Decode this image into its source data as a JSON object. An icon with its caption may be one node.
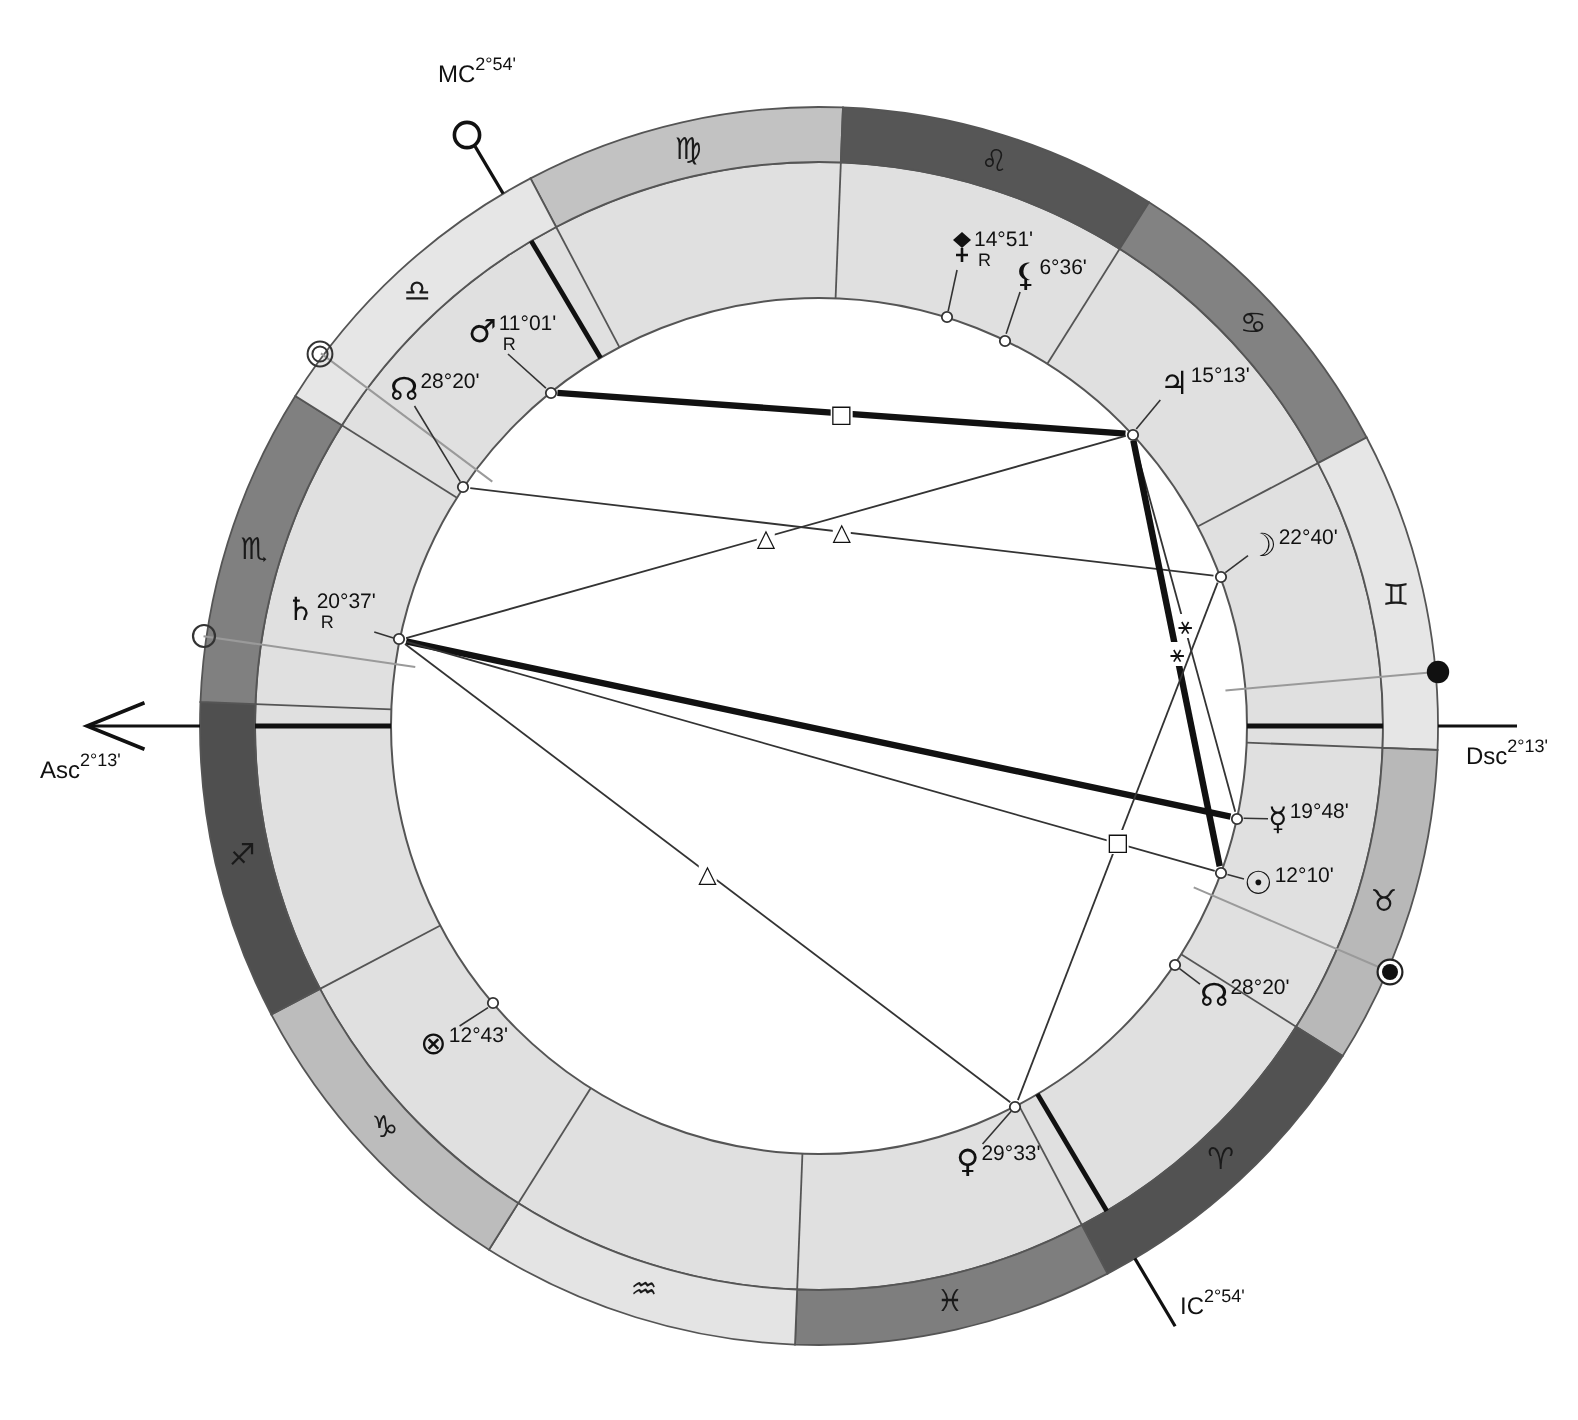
{
  "diagram": {
    "nodes": [
      {
        "text": [
          "♍"
        ]
      },
      {
        "text": [
          "♌"
        ]
      },
      {
        "text": [
          "♋"
        ]
      },
      {
        "text": [
          "♊"
        ]
      },
      {
        "text": [
          "♉"
        ]
      },
      {
        "text": [
          "♈"
        ]
      },
      {
        "text": [
          "♓"
        ]
      },
      {
        "text": [
          "♒"
        ]
      },
      {
        "text": [
          "♑"
        ]
      },
      {
        "text": [
          "♐"
        ]
      },
      {
        "text": [
          "♏"
        ]
      },
      {
        "text": [
          "♎"
        ]
      },
      {
        "text": [
          "♂",
          "11°01'",
          "R"
        ]
      },
      {
        "text": [],
        "shape": "circle"
      },
      {
        "text": [
          "14°51'",
          "R"
        ]
      },
      {
        "text": [],
        "shape": "circle"
      },
      {
        "text": [
          "⚸",
          "6°36'"
        ]
      },
      {
        "text": [],
        "shape": "circle"
      },
      {
        "text": [
          "♃",
          "15°13'"
        ]
      },
      {
        "text": [],
        "shape": "circle"
      },
      {
        "text": [
          "☽",
          "22°40'"
        ]
      },
      {
        "text": [],
        "shape": "circle"
      },
      {
        "text": [
          "☿",
          "19°48'"
        ]
      },
      {
        "text": [],
        "shape": "circle"
      },
      {
        "text": [
          "☉",
          "12°10'"
        ]
      },
      {
        "text": [],
        "shape": "circle"
      },
      {
        "text": [
          "☊",
          "28°20'"
        ]
      },
      {
        "text": [],
        "shape": "circle"
      },
      {
        "text": [
          "♀",
          "29°33'"
        ]
      },
      {
        "text": [],
        "shape": "circle"
      },
      {
        "text": [
          "⊗",
          "12°43'"
        ]
      },
      {
        "text": [],
        "shape": "circle"
      },
      {
        "text": [
          "♄",
          "20°37'",
          "R"
        ]
      },
      {
        "text": [],
        "shape": "circle"
      },
      {
        "text": [
          "☊",
          "28°20'"
        ]
      },
      {
        "text": [],
        "shape": "circle"
      }
    ],
    "edges": [
      {
        "from": 12,
        "to": 13,
        "arrow": "none"
      },
      {
        "from": 14,
        "to": 15,
        "arrow": "none"
      },
      {
        "from": 16,
        "to": 17,
        "arrow": "none"
      },
      {
        "from": 18,
        "to": 19,
        "arrow": "none"
      },
      {
        "from": 20,
        "to": 21,
        "arrow": "none"
      },
      {
        "from": 22,
        "to": 23,
        "arrow": "none"
      },
      {
        "from": 24,
        "to": 25,
        "arrow": "none"
      },
      {
        "from": 26,
        "to": 27,
        "arrow": "none"
      },
      {
        "from": 28,
        "to": 29,
        "arrow": "none"
      },
      {
        "from": 30,
        "to": 31,
        "arrow": "none"
      },
      {
        "from": 32,
        "to": 33,
        "arrow": "none"
      },
      {
        "from": 34,
        "to": 35,
        "arrow": "none"
      },
      {
        "from": 13,
        "to": 19,
        "arrow": "none",
        "label": "□",
        "style": "thick"
      },
      {
        "from": 35,
        "to": 21,
        "arrow": "none",
        "label": "△"
      },
      {
        "from": 33,
        "to": 19,
        "arrow": "none",
        "label": "△"
      },
      {
        "from": 19,
        "to": 23,
        "arrow": "none",
        "label": "⚹"
      },
      {
        "from": 19,
        "to": 25,
        "arrow": "none",
        "label": "⚹",
        "style": "thick"
      },
      {
        "from": 33,
        "to": 23,
        "arrow": "none",
        "style": "thick"
      },
      {
        "from": 33,
        "to": 25,
        "arrow": "none"
      },
      {
        "from": 33,
        "to": 29,
        "arrow": "none",
        "label": "△"
      },
      {
        "from": 29,
        "to": 21,
        "arrow": "none",
        "label": "□"
      }
    ],
    "labels": [
      "MC$^{2°54'}$",
      "Asc$^{2°13'}$",
      "Dsc$^{2°13'}$",
      "IC$^{2°54'}$"
    ]
  }
}
